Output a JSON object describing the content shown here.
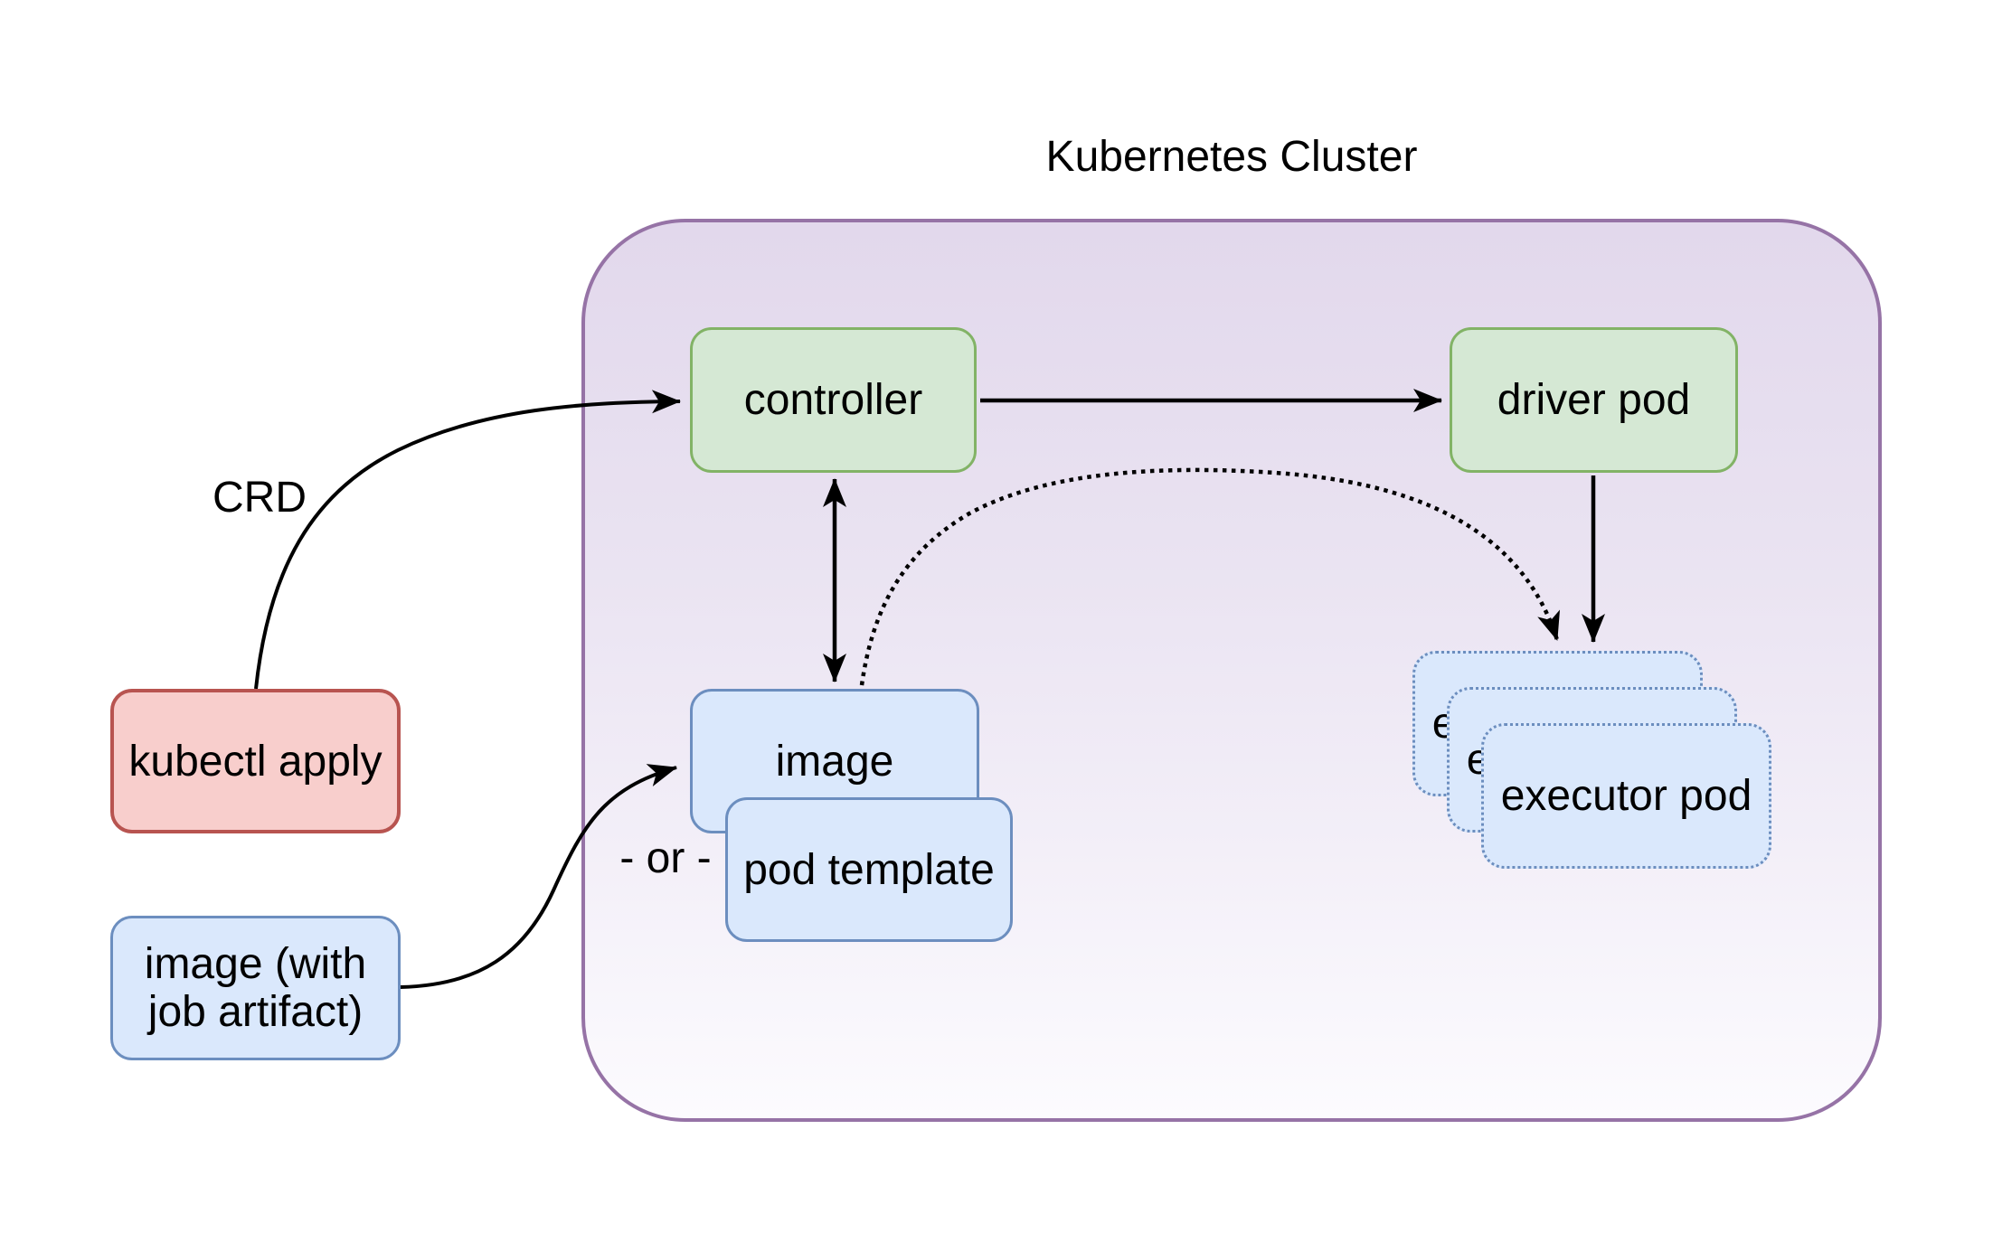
{
  "title": "Kubernetes Cluster",
  "labels": {
    "crd": "CRD",
    "or_divider": "- or -"
  },
  "nodes": {
    "kubectl_apply": "kubectl apply",
    "image_with_artifact": "image (with job artifact)",
    "controller": "controller",
    "driver_pod": "driver pod",
    "image": "image",
    "pod_template": "pod template",
    "executor_pod": "executor pod"
  },
  "edges": {
    "kubectl_to_controller": "CRD applied to controller",
    "artifact_to_image": "image (with job artifact) to image",
    "controller_to_driver": "controller to driver pod",
    "controller_image_sync": "controller to image (bidirectional)",
    "driver_to_executors": "driver pod to executor pods",
    "image_to_executors_dotted": "image to executor pods (dotted)"
  },
  "colors": {
    "cluster_border": "#9673a6",
    "cluster_fill_top": "#e2d8ec",
    "cluster_fill_bottom": "#fcfbfe",
    "green_fill": "#d5e8d4",
    "green_border": "#82b366",
    "blue_fill": "#dae8fc",
    "blue_border": "#6c8ebf",
    "red_fill": "#f8cecc",
    "red_border": "#b85450",
    "edge": "#000000",
    "text": "#000000"
  }
}
